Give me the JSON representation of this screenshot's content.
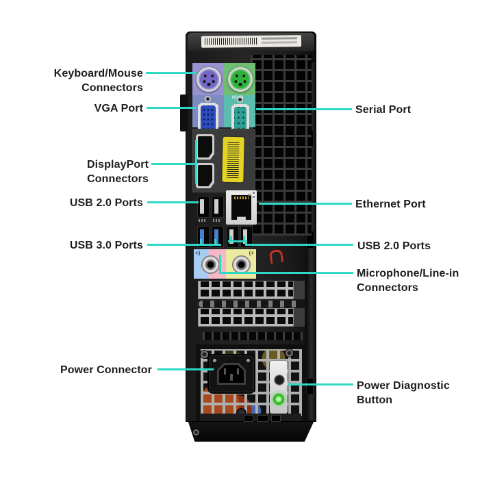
{
  "colors": {
    "leader": "#2ed8c5",
    "ps2_keyboard_bg": "#9693cf",
    "ps2_mouse_bg": "#6fbe73",
    "vga_bg": "#7d8bc0",
    "serial_bg": "#5cbcae",
    "ps2_keyboard": "#7566c4",
    "ps2_mouse": "#2fb23a",
    "vga_blue": "#2b4bbf",
    "serial_teal": "#2f9f93",
    "sticker_yellow": "#e2d325",
    "audio_blue": "#a8cdf2",
    "audio_pink": "#f5b8c6",
    "audio_yellow": "#ece9a0",
    "led_green": "#3ecb2e",
    "red_loop": "#c23326"
  },
  "diagram": {
    "labels": {
      "keyboard_mouse": {
        "line1": "Keyboard/Mouse",
        "line2": "Connectors"
      },
      "vga": {
        "line1": "VGA Port"
      },
      "serial": {
        "line1": "Serial Port"
      },
      "displayport": {
        "line1": "DisplayPort",
        "line2": "Connectors"
      },
      "usb2_left": {
        "line1": "USB 2.0 Ports"
      },
      "ethernet": {
        "line1": "Ethernet Port"
      },
      "usb3": {
        "line1": "USB 3.0 Ports"
      },
      "usb2_right": {
        "line1": "USB 2.0 Ports"
      },
      "mic_linein": {
        "line1": "Microphone/Line-in",
        "line2": "Connectors"
      },
      "power_connector": {
        "line1": "Power Connector"
      },
      "power_diag": {
        "line1": "Power Diagnostic",
        "line2": "Button"
      }
    },
    "port_markings": {
      "serial_marking": "IOIOI"
    }
  }
}
